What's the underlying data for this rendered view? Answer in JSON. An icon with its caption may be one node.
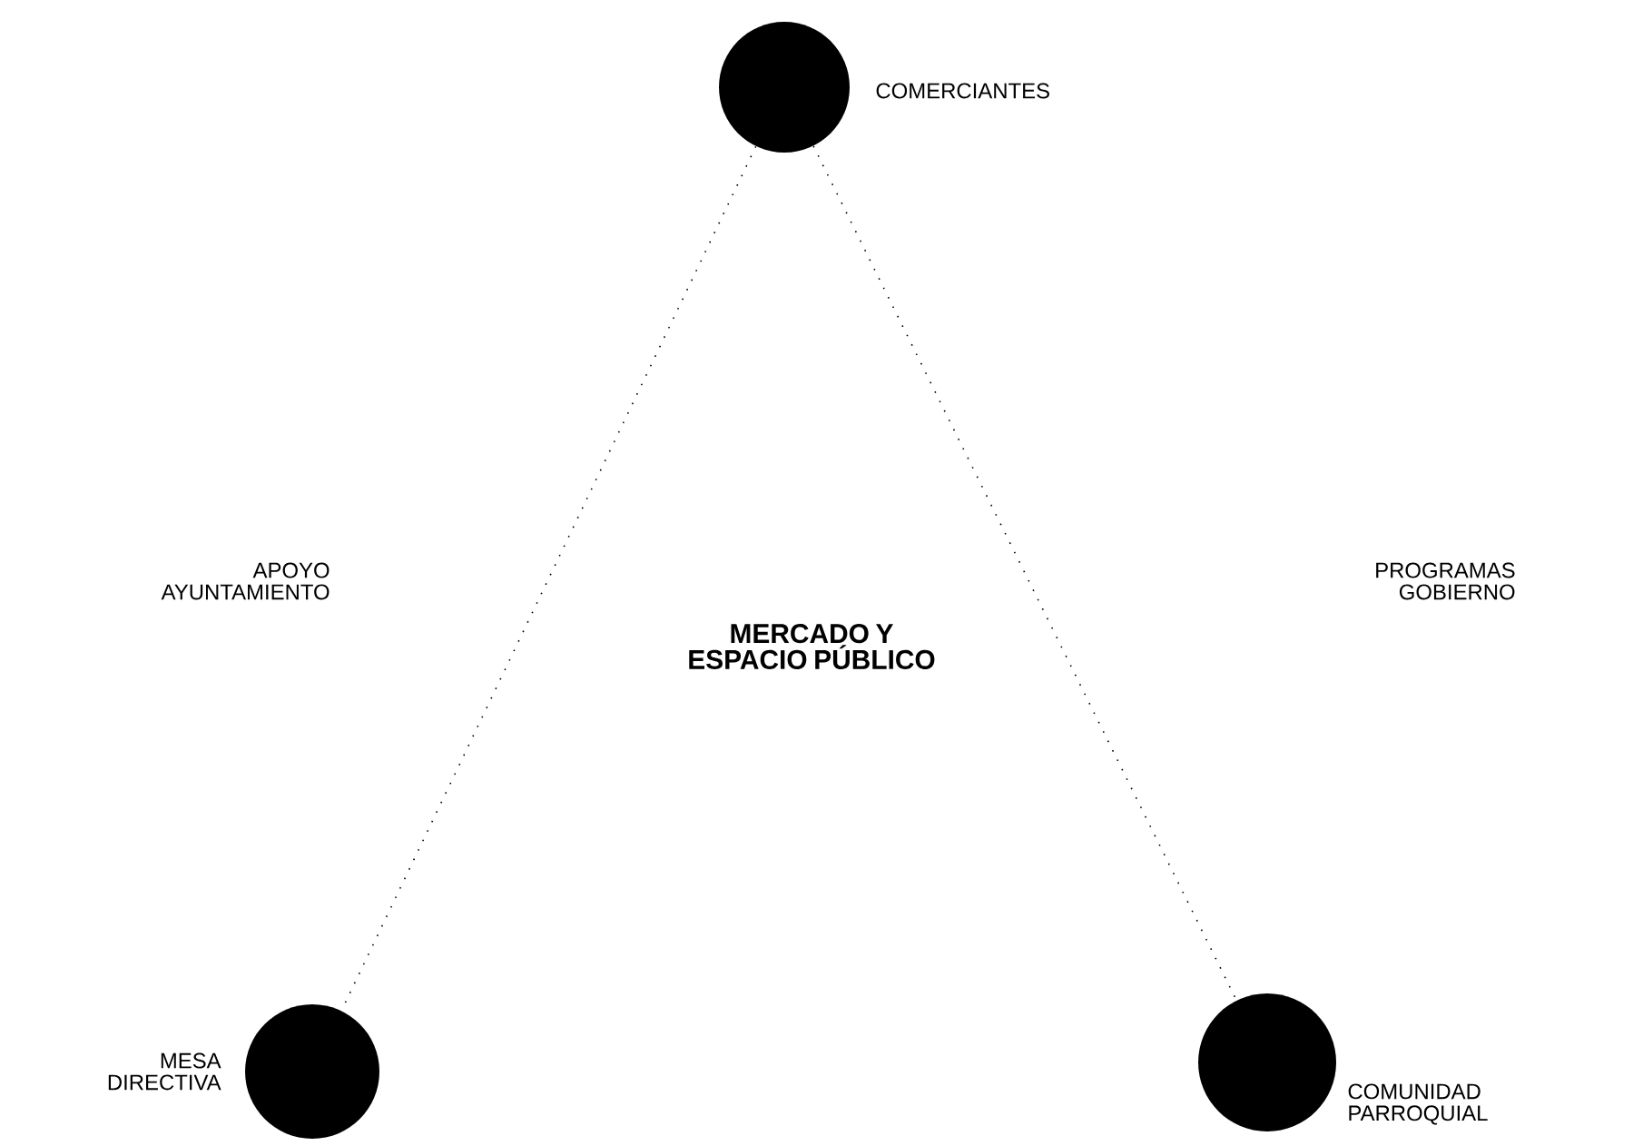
{
  "diagram": {
    "nodes": [
      {
        "text": [
          "COMERCIANTES"
        ]
      },
      {
        "text": [
          "MESA DIRECTIVA"
        ]
      },
      {
        "text": [
          "COMUNIDAD PARROQUIAL"
        ]
      }
    ],
    "edges": [
      {
        "from": 0,
        "to": 1,
        "arrow": "none",
        "style": "dashed"
      },
      {
        "from": 0,
        "to": 2,
        "arrow": "none",
        "style": "dashed"
      }
    ],
    "labels": [
      "APOYO AYUNTAMIENTO",
      "MERCADO Y ESPACIO PÚBLICO",
      "PROGRAMAS GOBIERNO"
    ]
  }
}
